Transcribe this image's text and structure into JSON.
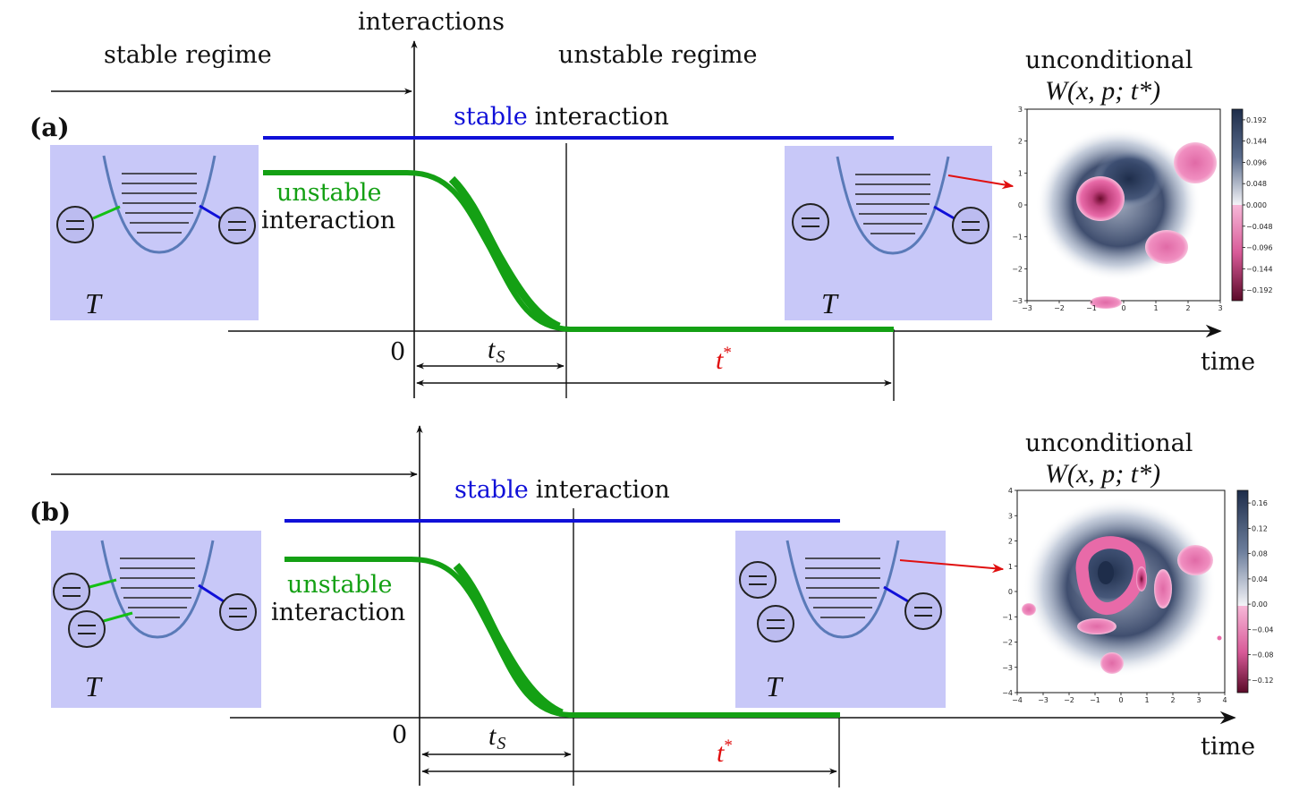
{
  "labels": {
    "y_axis": "interactions",
    "stable_regime": "stable regime",
    "unstable_regime": "unstable regime",
    "stable_word": "stable",
    "interaction_word": "interaction",
    "unstable_word": "unstable",
    "time": "time",
    "zero": "0",
    "ts_main": "t",
    "ts_sub": "S",
    "tstar": "t",
    "star": "*",
    "temperature": "T",
    "wigner_title_1": "unconditional",
    "wigner_title_2": "W(x, p; t*)"
  },
  "panels": [
    {
      "id": "a",
      "label": "(a)",
      "colorbar_ticks": [
        "0.192",
        "0.144",
        "0.096",
        "0.048",
        "0.000",
        "−0.048",
        "−0.096",
        "−0.144",
        "−0.192"
      ],
      "x_ticks": [
        "−3",
        "−2",
        "−1",
        "0",
        "1",
        "2",
        "3"
      ],
      "y_ticks": [
        "3",
        "2",
        "1",
        "0",
        "−1",
        "−2",
        "−3"
      ]
    },
    {
      "id": "b",
      "label": "(b)",
      "colorbar_ticks": [
        "0.16",
        "0.12",
        "0.08",
        "0.04",
        "0.00",
        "−0.04",
        "−0.08",
        "−0.12"
      ],
      "x_ticks": [
        "−4",
        "−3",
        "−2",
        "−1",
        "0",
        "1",
        "2",
        "3",
        "4"
      ],
      "y_ticks": [
        "4",
        "3",
        "2",
        "1",
        "0",
        "−1",
        "−2",
        "−3",
        "−4"
      ]
    }
  ],
  "colors": {
    "stable_line": "#1010d8",
    "unstable_curve": "#14a014",
    "tstar_label": "#e01010",
    "arrow_red": "#e01010",
    "reservoir_box": "#c8c8f8",
    "wigner_positive": "#1e2d4a",
    "wigner_negative": "#e86aa8"
  }
}
